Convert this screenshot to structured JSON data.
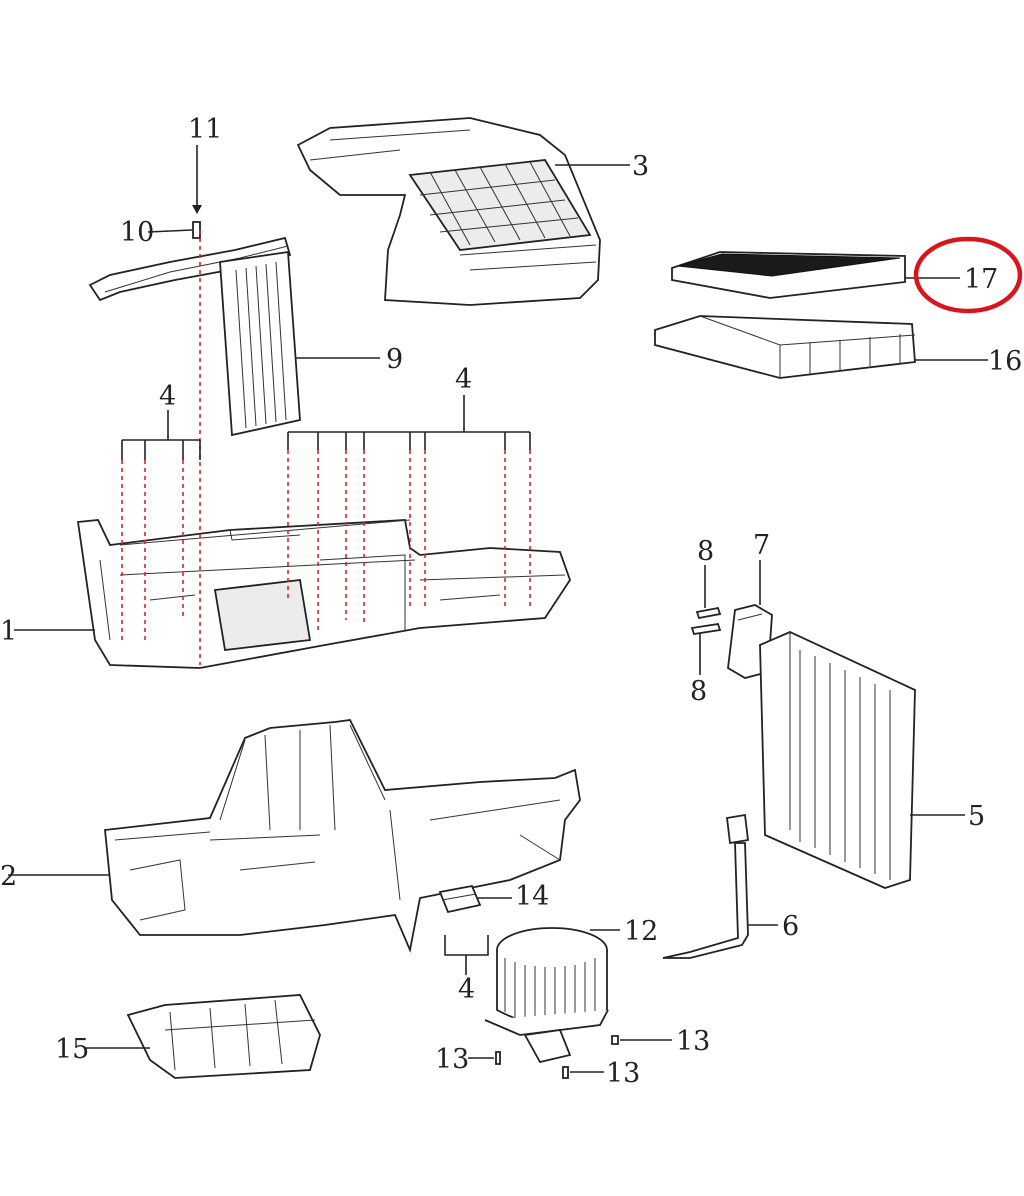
{
  "callouts": {
    "c1": "1",
    "c2": "2",
    "c3": "3",
    "c4_top_left": "4",
    "c4_top_right": "4",
    "c4_bottom": "4",
    "c5": "5",
    "c6": "6",
    "c7": "7",
    "c8_top": "8",
    "c8_bottom": "8",
    "c9": "9",
    "c10": "10",
    "c11": "11",
    "c12": "12",
    "c13_left": "13",
    "c13_right": "13",
    "c13_bottom": "13",
    "c14": "14",
    "c15": "15",
    "c16": "16",
    "c17": "17"
  },
  "highlight": {
    "target": "17",
    "color": "#d8141c"
  }
}
